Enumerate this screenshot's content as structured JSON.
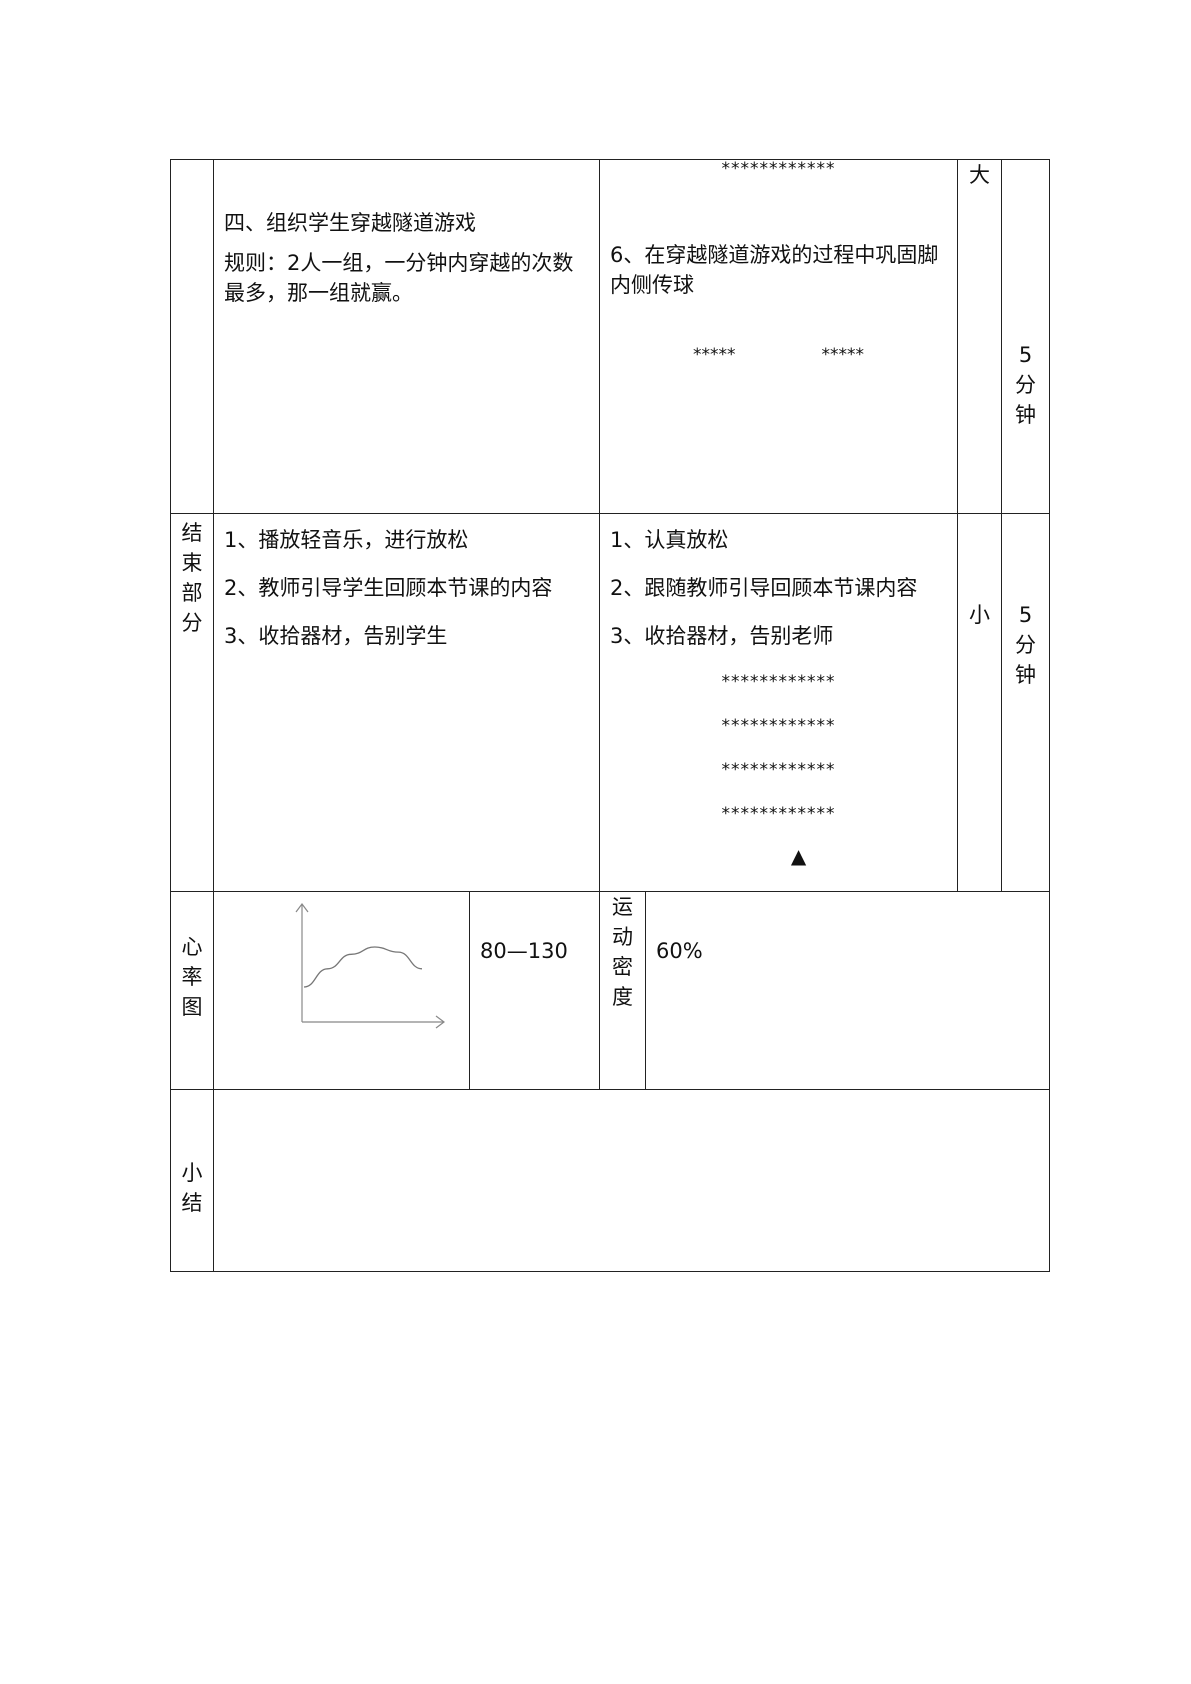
{
  "row1": {
    "content_line1": "四、组织学生穿越隧道游戏",
    "content_line2": " 规则：2人一组，一分钟内穿越的次数最多，那一组就赢。",
    "stars_top": "************",
    "method": "6、在穿越隧道游戏的过程中巩固脚内侧传球",
    "stars_left": "*****",
    "stars_right": "*****",
    "intensity": "大",
    "time": [
      "5",
      "分",
      "钟"
    ]
  },
  "row2": {
    "section": [
      "结",
      "束",
      "部",
      "分"
    ],
    "content": [
      "1、播放轻音乐，进行放松",
      "2、教师引导学生回顾本节课的内容",
      "3、收拾器材，告别学生"
    ],
    "method": [
      "1、认真放松",
      "2、跟随教师引导回顾本节课内容",
      "3、收拾器材，告别老师"
    ],
    "stars": [
      "************",
      "************",
      "************",
      "************"
    ],
    "teacher_marker": "▲",
    "intensity": "小",
    "time": [
      "5",
      "分",
      "钟"
    ]
  },
  "row3": {
    "label": [
      "心",
      "率",
      "图"
    ],
    "heart_rate": "80—130",
    "density_label": [
      "运",
      "动",
      "密",
      "度"
    ],
    "density": "60%"
  },
  "row4": {
    "label": [
      "小",
      "结"
    ]
  },
  "chart_data": {
    "type": "line",
    "title": "",
    "xlabel": "",
    "ylabel": "",
    "series": [
      {
        "values": [
          0.3,
          0.55,
          0.75,
          0.85,
          0.78,
          0.55
        ]
      }
    ],
    "x": [
      0,
      1,
      2,
      3,
      4,
      5
    ],
    "grid": false
  }
}
